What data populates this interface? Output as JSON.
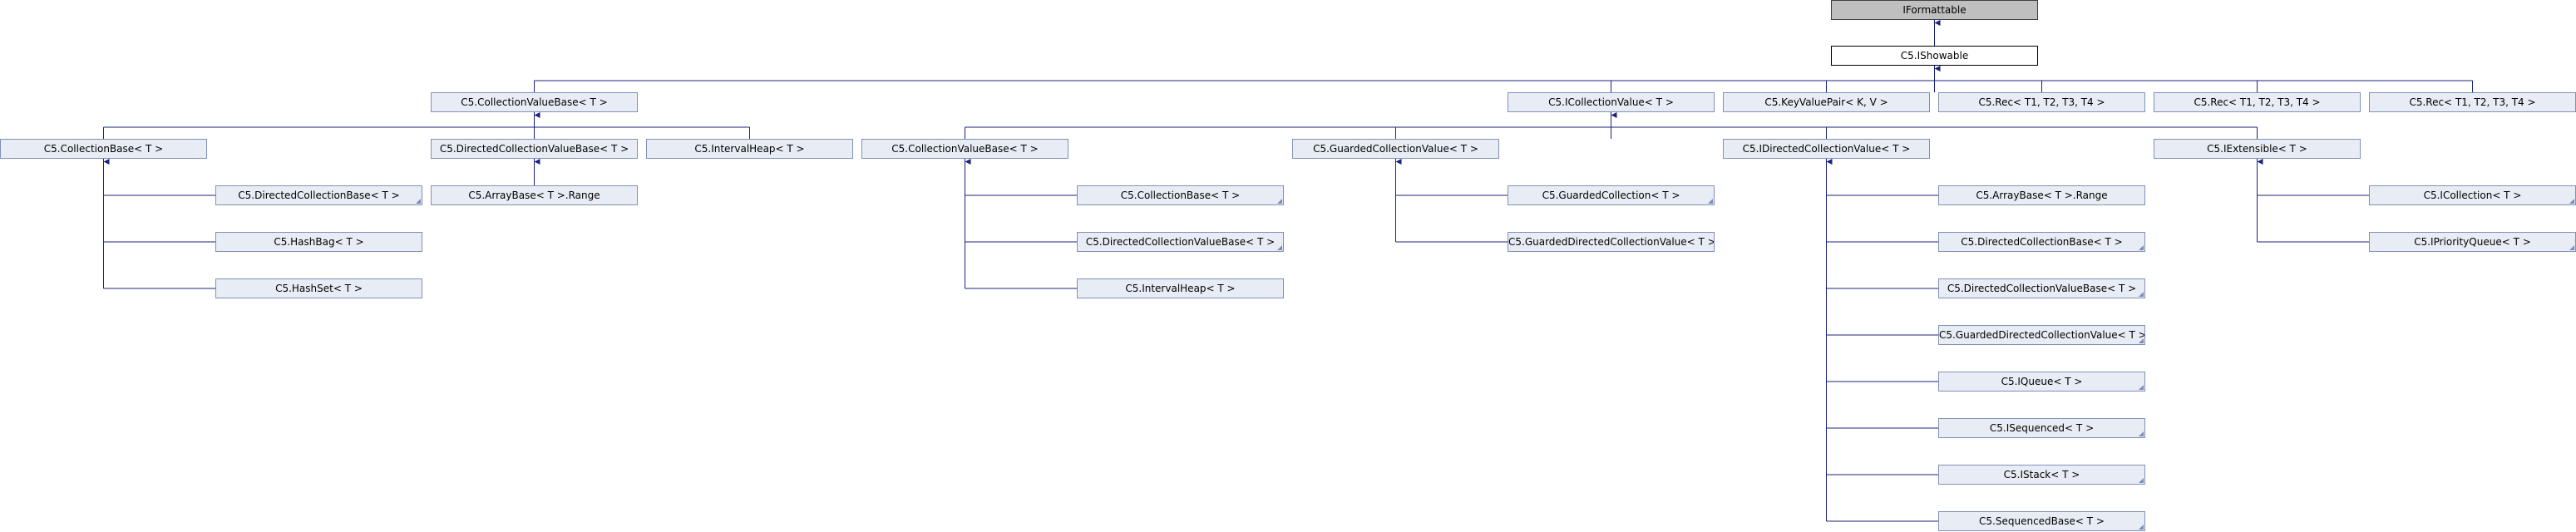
{
  "diagram": {
    "edge_color": "#1a237e",
    "nodes": {
      "iformattable": "IFormattable",
      "ishowable": "C5.IShowable",
      "collectionvaluebase_a": "C5.CollectionValueBase< T >",
      "icollectionvalue": "C5.ICollectionValue< T >",
      "keyvaluepair": "C5.KeyValuePair< K, V >",
      "rec3": "C5.Rec< T1, T2, T3, T4 >",
      "rec4": "C5.Rec< T1, T2, T3, T4 >",
      "rec5": "C5.Rec< T1, T2, T3, T4 >",
      "collectionbase_a": "C5.CollectionBase< T >",
      "directedcollectionvaluebase_a": "C5.DirectedCollectionValueBase< T >",
      "intervalheap_a": "C5.IntervalHeap< T >",
      "collectionvaluebase_b": "C5.CollectionValueBase< T >",
      "guardedcollectionvalue": "C5.GuardedCollectionValue< T >",
      "idirectedcollectionvalue": "C5.IDirectedCollectionValue< T >",
      "iextensible": "C5.IExtensible< T >",
      "directedcollectionbase_a": "C5.DirectedCollectionBase< T >",
      "hashbag": "C5.HashBag< T >",
      "hashset": "C5.HashSet< T >",
      "arraybase_range_a": "C5.ArrayBase< T >.Range",
      "collectionbase_b": "C5.CollectionBase< T >",
      "directedcollectionvaluebase_b": "C5.DirectedCollectionValueBase< T >",
      "intervalheap_b": "C5.IntervalHeap< T >",
      "guardedcollection": "C5.GuardedCollection< T >",
      "guardeddirectedcollectionvalue_a": "C5.GuardedDirectedCollectionValue< T >",
      "arraybase_range_b": "C5.ArrayBase< T >.Range",
      "directedcollectionbase_b": "C5.DirectedCollectionBase< T >",
      "directedcollectionvaluebase_c": "C5.DirectedCollectionValueBase< T >",
      "guardeddirectedcollectionvalue_b": "C5.GuardedDirectedCollectionValue< T >",
      "iqueue": "C5.IQueue< T >",
      "isequenced": "C5.ISequenced< T >",
      "istack": "C5.IStack< T >",
      "sequencedbase": "C5.SequencedBase< T >",
      "icollection": "C5.ICollection< T >",
      "ipriorityqueue": "C5.IPriorityQueue< T >"
    }
  }
}
